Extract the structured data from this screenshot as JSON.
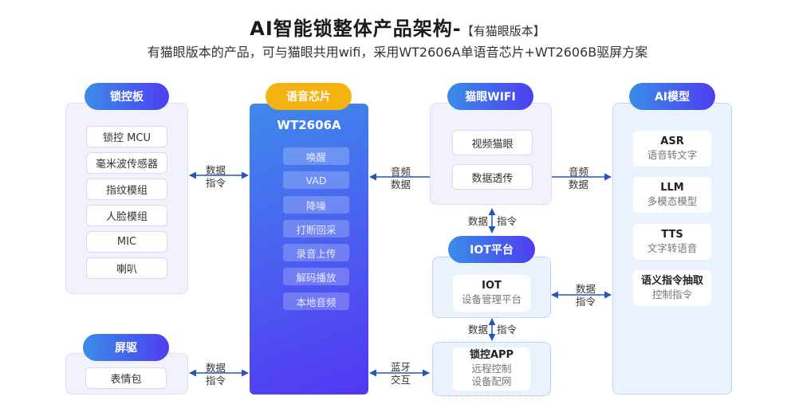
{
  "title": "AI智能锁整体产品架构-",
  "title_tag": "【有猫眼版本】",
  "subtitle": "有猫眼版本的产品，可与猫眼共用wifi，采用WT2606A单语音芯片+WT2606B驱屏方案",
  "colors": {
    "accent_blue": "#3a8de8",
    "accent_purple": "#4f3ef0",
    "chip_orange": "#f5b312",
    "arrow": "#2456b8"
  },
  "lock_board": {
    "label": "锁控板",
    "items": [
      "锁控 MCU",
      "毫米波传感器",
      "指纹模组",
      "人脸模组",
      "MIC",
      "喇叭"
    ]
  },
  "screen_driver": {
    "label": "屏驱",
    "items": [
      "表情包"
    ]
  },
  "voice_chip": {
    "label": "语音芯片",
    "model": "WT2606A",
    "features": [
      "唤醒",
      "VAD",
      "降噪",
      "打断回采",
      "录音上传",
      "解码播放",
      "本地音频"
    ]
  },
  "cateye_wifi": {
    "label": "猫眼WIFI",
    "items": [
      "视频猫眼",
      "数据透传"
    ]
  },
  "iot_platform": {
    "label": "IOT平台",
    "card": {
      "title": "IOT",
      "sub": "设备管理平台"
    }
  },
  "lock_app": {
    "title": "锁控APP",
    "lines": [
      "远程控制",
      "设备配网"
    ]
  },
  "ai_model": {
    "label": "AI模型",
    "cards": [
      {
        "title": "ASR",
        "sub": "语音转文字"
      },
      {
        "title": "LLM",
        "sub": "多模态模型"
      },
      {
        "title": "TTS",
        "sub": "文字转语音"
      },
      {
        "title": "语义指令抽取",
        "sub": "控制指令"
      }
    ]
  },
  "connections": {
    "lock_to_chip": [
      "数据",
      "指令"
    ],
    "screen_to_chip": [
      "数据",
      "指令"
    ],
    "chip_to_wifi": [
      "音频",
      "数据"
    ],
    "wifi_to_ai": [
      "音频",
      "数据"
    ],
    "wifi_to_iot": [
      "数据",
      "指令"
    ],
    "iot_to_ai": [
      "数据",
      "指令"
    ],
    "iot_to_app": [
      "数据",
      "指令"
    ],
    "chip_to_app": [
      "蓝牙",
      "交互"
    ]
  }
}
